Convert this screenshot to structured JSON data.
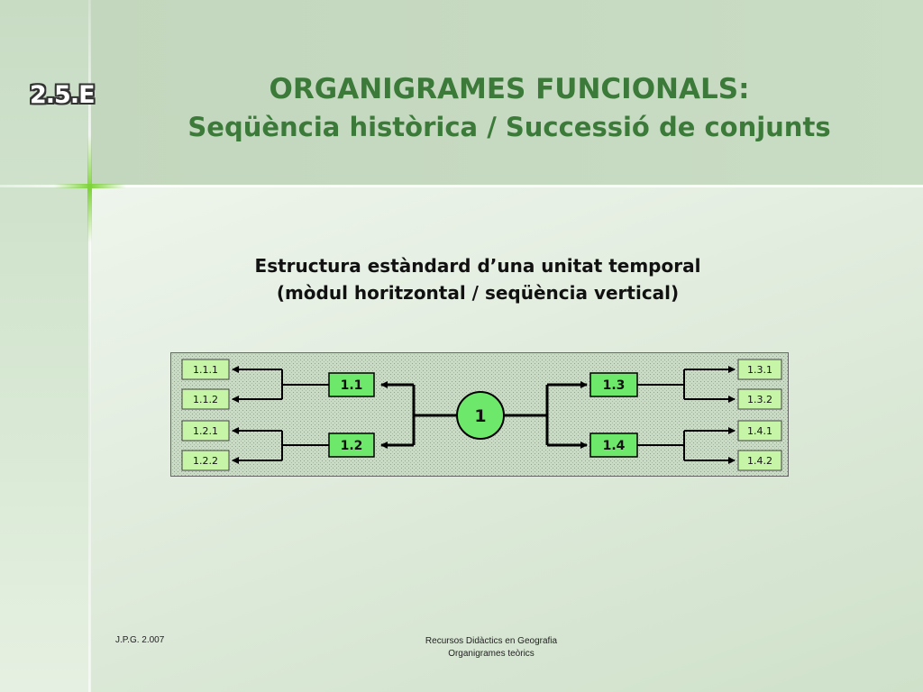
{
  "slide": {
    "badge": "2.5.E",
    "title_line1": "ORGANIGRAMES FUNCIONALS:",
    "title_line2": "Seqüència històrica / Successió de conjunts",
    "subtitle_line1": "Estructura estàndard d’una unitat temporal",
    "subtitle_line2": "(mòdul horitzontal / seqüència vertical)",
    "footer_left": "J.P.G. 2.007",
    "footer_right_line1": "Recursos Didàctics en Geografia",
    "footer_right_line2": "Organigrames teòrics"
  },
  "diagram": {
    "root": "1",
    "level1": [
      "1.1",
      "1.2",
      "1.3",
      "1.4"
    ],
    "level2": [
      "1.1.1",
      "1.1.2",
      "1.2.1",
      "1.2.2",
      "1.3.1",
      "1.3.2",
      "1.4.1",
      "1.4.2"
    ],
    "colors": {
      "node_fill": "#6ee86a",
      "leaf_fill": "#c6f5a8",
      "panel_fill": "#c4d6c0",
      "line": "#000000"
    }
  }
}
